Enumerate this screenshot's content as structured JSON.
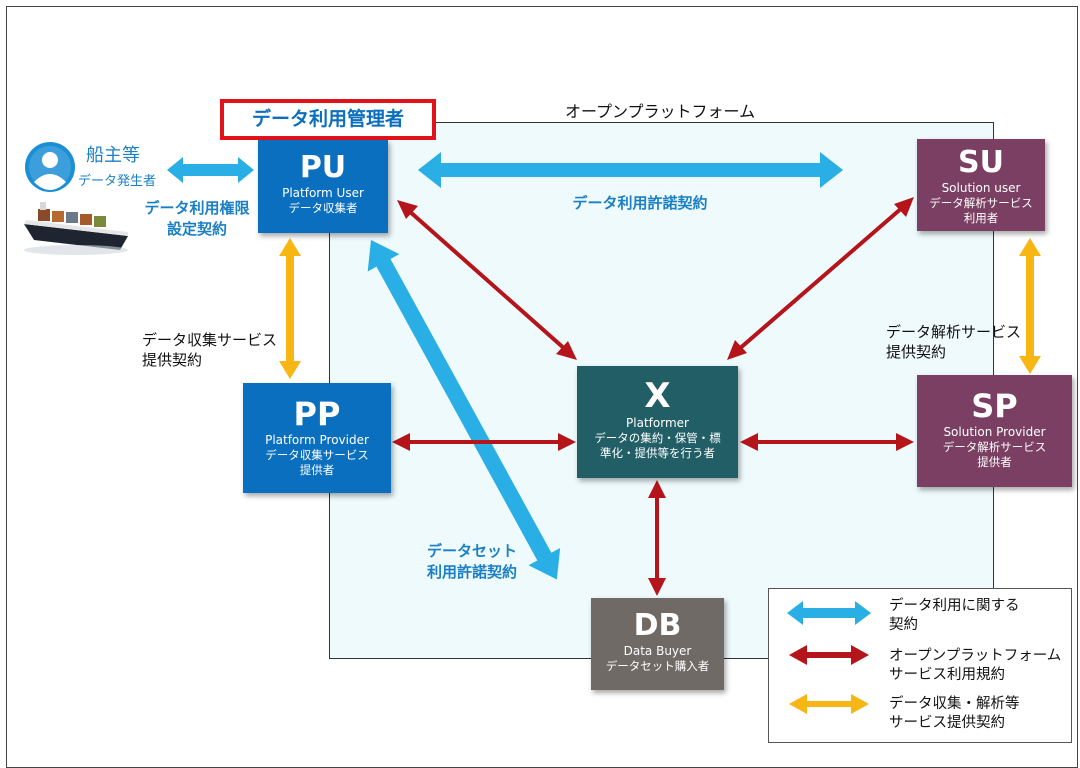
{
  "platform_label": "オープンプラットフォーム",
  "manager_label": "データ利用管理者",
  "owner": {
    "title": "船主等",
    "subtitle": "データ発生者"
  },
  "contract_labels": {
    "rights_setting": [
      "データ利用権限",
      "設定契約"
    ],
    "usage_permission": "データ利用許諾契約",
    "collection_service": [
      "データ収集サービス",
      "提供契約"
    ],
    "analysis_service": [
      "データ解析サービス",
      "提供契約"
    ],
    "dataset_license": [
      "データセット",
      "利用許諾契約"
    ]
  },
  "nodes": {
    "pu": {
      "abbr": "PU",
      "en": "Platform User",
      "jp": "データ収集者",
      "color": "#0a6fbf"
    },
    "pp": {
      "abbr": "PP",
      "en": "Platform Provider",
      "jp1": "データ収集サービス",
      "jp2": "提供者",
      "color": "#0a6fbf"
    },
    "x": {
      "abbr": "X",
      "en": "Platformer",
      "jp1": "データの集約・保管・標",
      "jp2": "準化・提供等を行う者",
      "color": "#215e66"
    },
    "su": {
      "abbr": "SU",
      "en": "Solution user",
      "jp1": "データ解析サービス",
      "jp2": "利用者",
      "color": "#7a3f62"
    },
    "sp": {
      "abbr": "SP",
      "en": "Solution Provider",
      "jp1": "データ解析サービス",
      "jp2": "提供者",
      "color": "#7a3f62"
    },
    "db": {
      "abbr": "DB",
      "en": "Data Buyer",
      "jp": "データセット購入者",
      "color": "#706a66"
    }
  },
  "legend": [
    {
      "color": "#29aee6",
      "lines": [
        "データ利用に関する",
        "契約"
      ]
    },
    {
      "color": "#c0141b",
      "lines": [
        "オープンプラットフォーム",
        "サービス利用規約"
      ]
    },
    {
      "color": "#f7b613",
      "lines": [
        "データ収集・解析等",
        "サービス提供契約"
      ]
    }
  ],
  "arrow_colors": {
    "blue": "#29aee6",
    "red": "#b5141b",
    "yellow": "#f7b613"
  }
}
